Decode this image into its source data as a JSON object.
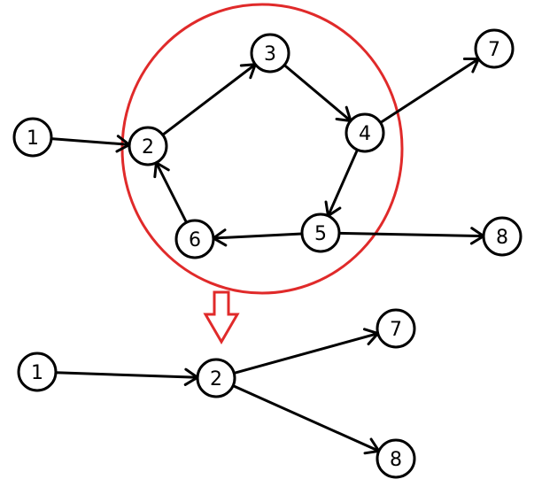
{
  "colors": {
    "stroke": "#000000",
    "highlight": "#e02a2a",
    "background": "#ffffff"
  },
  "top_graph": {
    "nodes": [
      {
        "id": "n1",
        "label": "1"
      },
      {
        "id": "n2",
        "label": "2"
      },
      {
        "id": "n3",
        "label": "3"
      },
      {
        "id": "n4",
        "label": "4"
      },
      {
        "id": "n5",
        "label": "5"
      },
      {
        "id": "n6",
        "label": "6"
      },
      {
        "id": "n7",
        "label": "7"
      },
      {
        "id": "n8",
        "label": "8"
      }
    ],
    "edges": [
      {
        "from": "1",
        "to": "2"
      },
      {
        "from": "2",
        "to": "3"
      },
      {
        "from": "3",
        "to": "4"
      },
      {
        "from": "4",
        "to": "7"
      },
      {
        "from": "4",
        "to": "5"
      },
      {
        "from": "5",
        "to": "6"
      },
      {
        "from": "6",
        "to": "2"
      },
      {
        "from": "5",
        "to": "8"
      }
    ]
  },
  "bottom_graph": {
    "nodes": [
      {
        "id": "m1",
        "label": "1"
      },
      {
        "id": "m2",
        "label": "2"
      },
      {
        "id": "m7",
        "label": "7"
      },
      {
        "id": "m8",
        "label": "8"
      }
    ],
    "edges": [
      {
        "from": "1",
        "to": "2"
      },
      {
        "from": "2",
        "to": "7"
      },
      {
        "from": "2",
        "to": "8"
      }
    ]
  },
  "highlight_arrow_direction": "down"
}
